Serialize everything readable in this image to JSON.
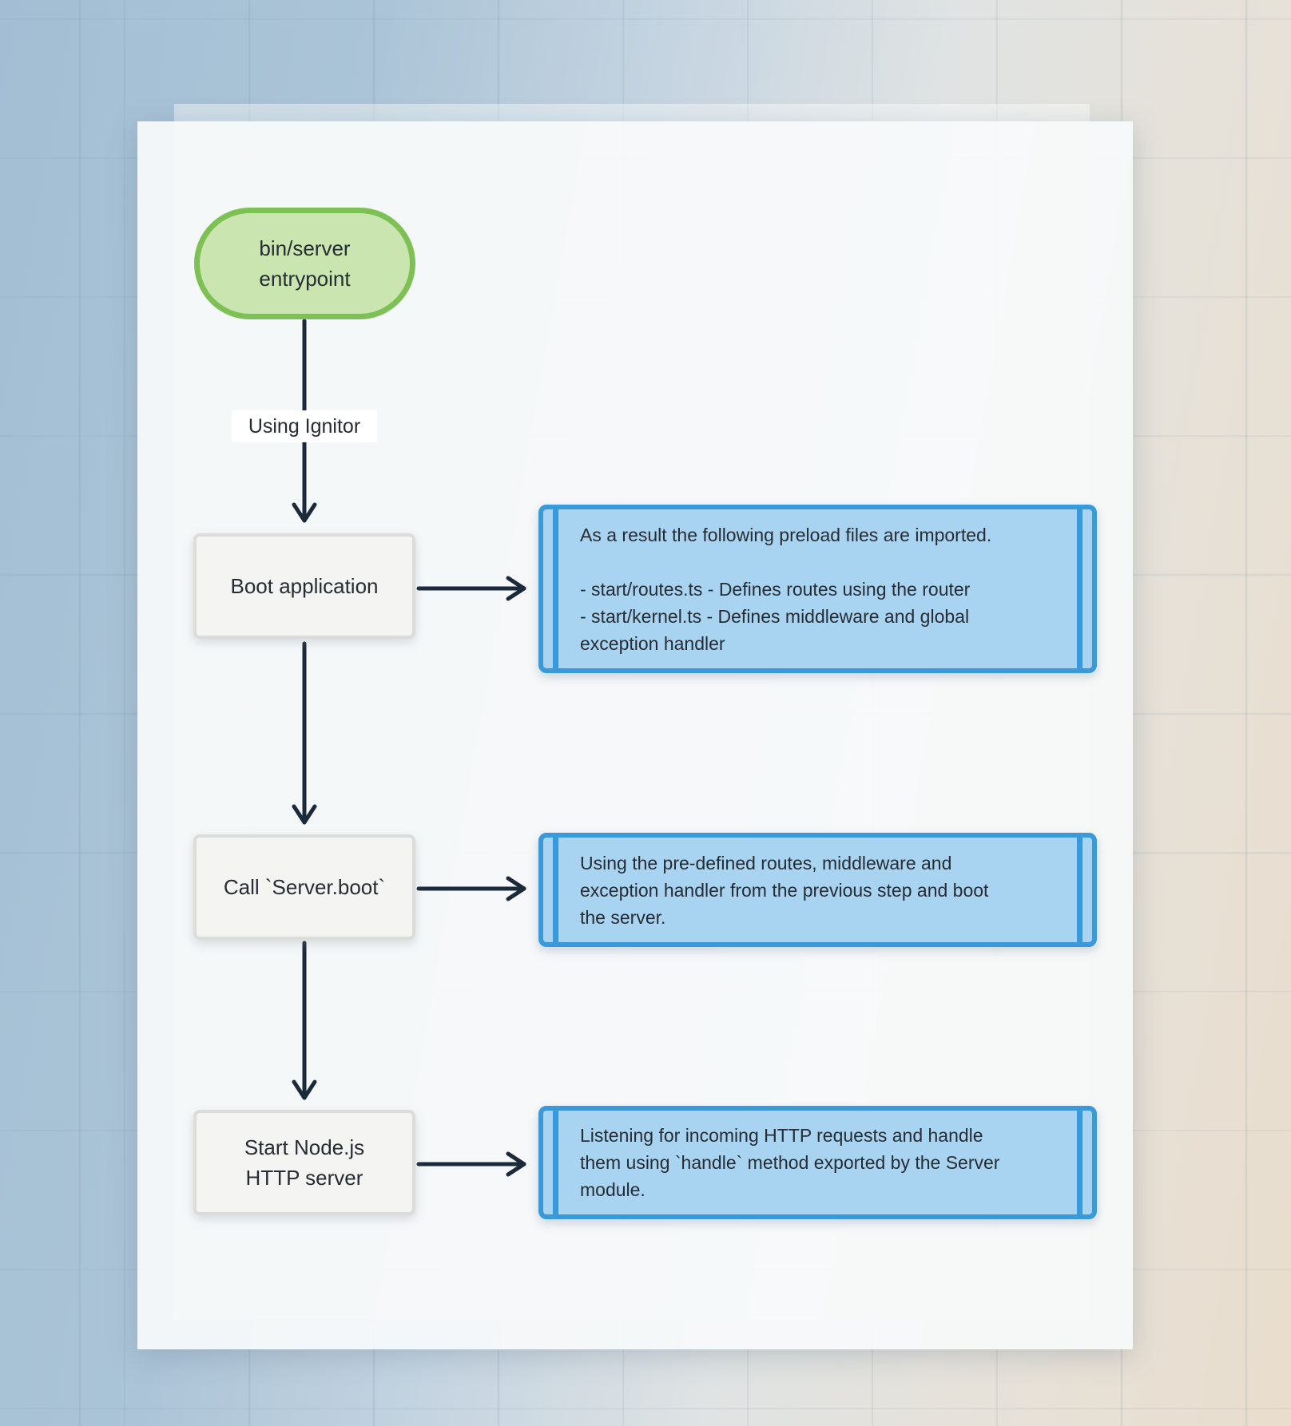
{
  "flow": {
    "entry_label": "bin/server\nentrypoint",
    "edge_label": "Using Ignitor",
    "steps": [
      {
        "label": "Boot application",
        "note": "As a result the following preload files are imported.\n\n- start/routes.ts - Defines routes using the router\n- start/kernel.ts - Defines middleware and global\nexception handler"
      },
      {
        "label": "Call `Server.boot`",
        "note": "Using the pre-defined routes, middleware and\nexception handler from the previous step and boot\nthe server."
      },
      {
        "label": "Start Node.js\nHTTP server",
        "note": "Listening for incoming HTTP requests and handle\nthem using `handle` method exported by the Server\nmodule."
      }
    ]
  },
  "colors": {
    "entry_fill": "#cbe5b0",
    "entry_border": "#7dc054",
    "process_fill": "#f4f4f3",
    "process_border": "#dcdcda",
    "note_fill": "#a9d4f1",
    "note_border": "#3a99d9",
    "arrow": "#1b2a3a",
    "canvas": "#f7f9fa"
  }
}
